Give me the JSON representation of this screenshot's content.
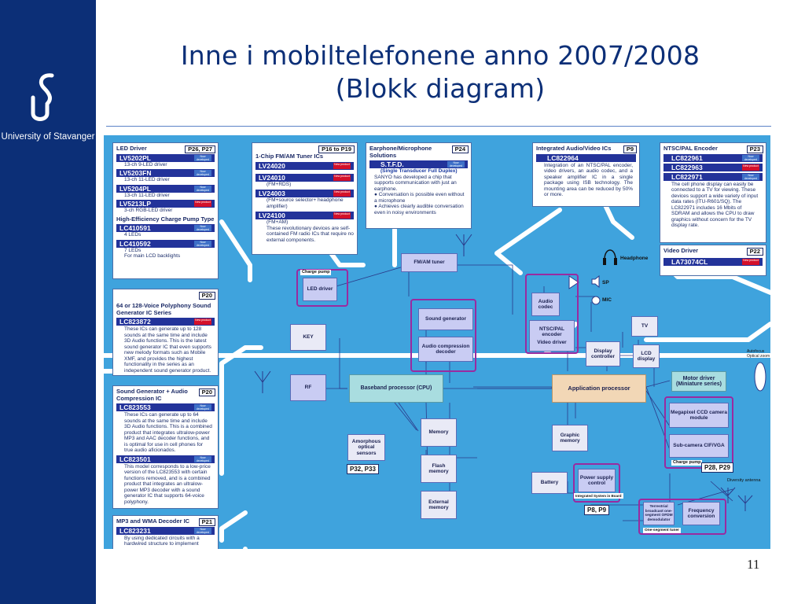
{
  "sidebar": {
    "logo_letters": "US",
    "university_name": "University of Stavanger"
  },
  "slide": {
    "title": "Inne i mobiltelefonene anno 2007/2008",
    "subtitle": "(Blokk diagram)",
    "page_number": "11"
  },
  "colors": {
    "sidebar": "#0c2f77",
    "title": "#0c2f77",
    "diagram_bg": "#3fa3dd",
    "highlight": "#9a2aa0"
  },
  "panels": {
    "led": {
      "title": "LED Driver",
      "page": "P26, P27",
      "items": [
        {
          "chip": "LV5202PL",
          "desc": "13-ch 9-LED driver",
          "tag": "Now developed"
        },
        {
          "chip": "LV5203FN",
          "desc": "13-ch 11-LED driver",
          "tag": "Now developed"
        },
        {
          "chip": "LV5204PL",
          "desc": "13-ch 11-LED driver",
          "tag": "Now developed"
        },
        {
          "chip": "LV5213LP",
          "desc": "3-ch RGB-LED driver",
          "tag": "New product"
        }
      ],
      "subtitle": "High-Efficiency Charge Pump Type",
      "items2": [
        {
          "chip": "LC410591",
          "desc": "4 LEDs",
          "tag": "Now developed"
        },
        {
          "chip": "LC410592",
          "desc": "7 LEDs",
          "desc2": "For main LCD backlights",
          "tag": "Now developed"
        }
      ]
    },
    "tuner": {
      "title": "1-Chip FM/AM Tuner ICs",
      "page": "P16 to P19",
      "items": [
        {
          "chip": "LV24020",
          "desc": "",
          "tag": "New product"
        },
        {
          "chip": "LV24010",
          "desc": "(FM+RDS)",
          "tag": "New product"
        },
        {
          "chip": "LV24003",
          "desc": "(FM+source selector+ headphone amplifier)",
          "tag": "New product"
        },
        {
          "chip": "LV24100",
          "desc": "(FM+AM)",
          "tag": "New product"
        }
      ],
      "note": "These revolutionary devices are self-contained FM radio ICs that require no external components."
    },
    "earphone": {
      "title": "Earphone/Microphone Solutions",
      "page": "P24",
      "chip": "S.T.F.D.",
      "tag": "Now developed",
      "chip_sub": "(Single Transducer Full Duplex)",
      "desc": "SANYO has developed a chip that supports communication with just an earphone.",
      "bullets": [
        "Conversation is possible even without a microphone",
        "Achieves clearly audible conversation even in noisy environments"
      ]
    },
    "audio_video": {
      "title": "Integrated Audio/Video ICs",
      "page": "P9",
      "chip": "LC822964",
      "desc": "Integration of an NTSC/PAL encoder, video drivers, an audio codec, and a speaker amplifier IC in a single package using ISB technology. The mounting area can be reduced by 50% or more."
    },
    "ntsc": {
      "title": "NTSC/PAL Encoder",
      "page": "P23",
      "chips": [
        {
          "chip": "LC822961",
          "tag": "Now developed"
        },
        {
          "chip": "LC822963",
          "tag": "New product"
        },
        {
          "chip": "LC822971",
          "tag": "Now developed"
        }
      ],
      "desc": "The cell phone display can easily be connected to a TV for viewing. These devices support a wide variety of input data rates (ITU-R601/SQ). The LC822971 includes 16 Mbits of SDRAM and allows the CPU to draw graphics without concern for the TV display rate."
    },
    "video_driver": {
      "title": "Video Driver",
      "page": "P22",
      "chip": "LA73074CL",
      "tag": "New product"
    },
    "polyphony": {
      "title": "64 or 128-Voice Polyphony Sound Generator IC Series",
      "page": "P20",
      "chip": "LC823872",
      "tag": "New product",
      "desc": "These ICs can generate up to 128 sounds at the same time and include 3D Audio functions. This is the latest sound generator IC that even supports new melody formats such as Mobile XMF, and provides the highest functionality in the series as an independent sound generator product."
    },
    "compression": {
      "title": "Sound Generator + Audio Compression IC",
      "page": "P20",
      "chip1": "LC823553",
      "tag1": "Now developed",
      "desc1": "These ICs can generate up to 64 sounds at the same time and include 3D Audio functions. This is a combined product that integrates ultralow-power MP3 and AAC decoder functions, and is optimal for use in cell phones for true audio aficionados.",
      "chip2": "LC823501",
      "tag2": "Now developed",
      "desc2": "This model corresponds to a low-price version of the LC823553 with certain functions removed, and is a combined product that integrates an ultralow-power MP3 decoder with a sound generator IC that supports 64-voice polyphony."
    },
    "mp3": {
      "title": "MP3 and WMA Decoder IC",
      "page": "P21",
      "chip": "LC823231",
      "tag": "Now developed",
      "desc": "By using dedicated circuits with a hardwired structure to implement"
    }
  },
  "blocks": {
    "charge_pump_tag": "Charge pump",
    "led_driver": "LED driver",
    "fm_am_tuner": "FM/AM tuner",
    "headphone": "Headphone",
    "sp": "SP",
    "mic": "MIC",
    "audio_codec": "Audio codec",
    "sound_generator": "Sound generator",
    "audio_compression": "Audio compression decoder",
    "key": "KEY",
    "ntsc_encoder": "NTSC/PAL encoder",
    "video_driver": "Video driver",
    "tv": "TV",
    "display_controller": "Display controller",
    "lcd_display": "LCD display",
    "autofocus": "Autofocus Optical zoom",
    "rf": "RF",
    "baseband": "Baseband processor (CPU)",
    "application": "Application processor",
    "motor_driver": "Motor driver (Miniature series)",
    "megapixel": "Megapixel CCD camera module",
    "subcamera": "Sub-camera CIF/VGA",
    "charge_pump_tag2": "Charge pump",
    "memory": "Memory",
    "flash": "Flash memory",
    "external_memory": "External memory",
    "amorphous": "Amorphous optical sensors",
    "graphic_memory": "Graphic memory",
    "battery": "Battery",
    "power_supply": "Power supply control",
    "integrated_system": "Integrated System in Board",
    "diversity": "Diversity antenna",
    "terrestrial": "Terrestrial broadcast one-segment OFDM demodulator",
    "one_segment_tuner": "One-segment tuner",
    "freq_conversion": "Frequency conversion",
    "page_p32": "P32, P33",
    "page_p8": "P8, P9",
    "page_p28": "P28, P29"
  }
}
